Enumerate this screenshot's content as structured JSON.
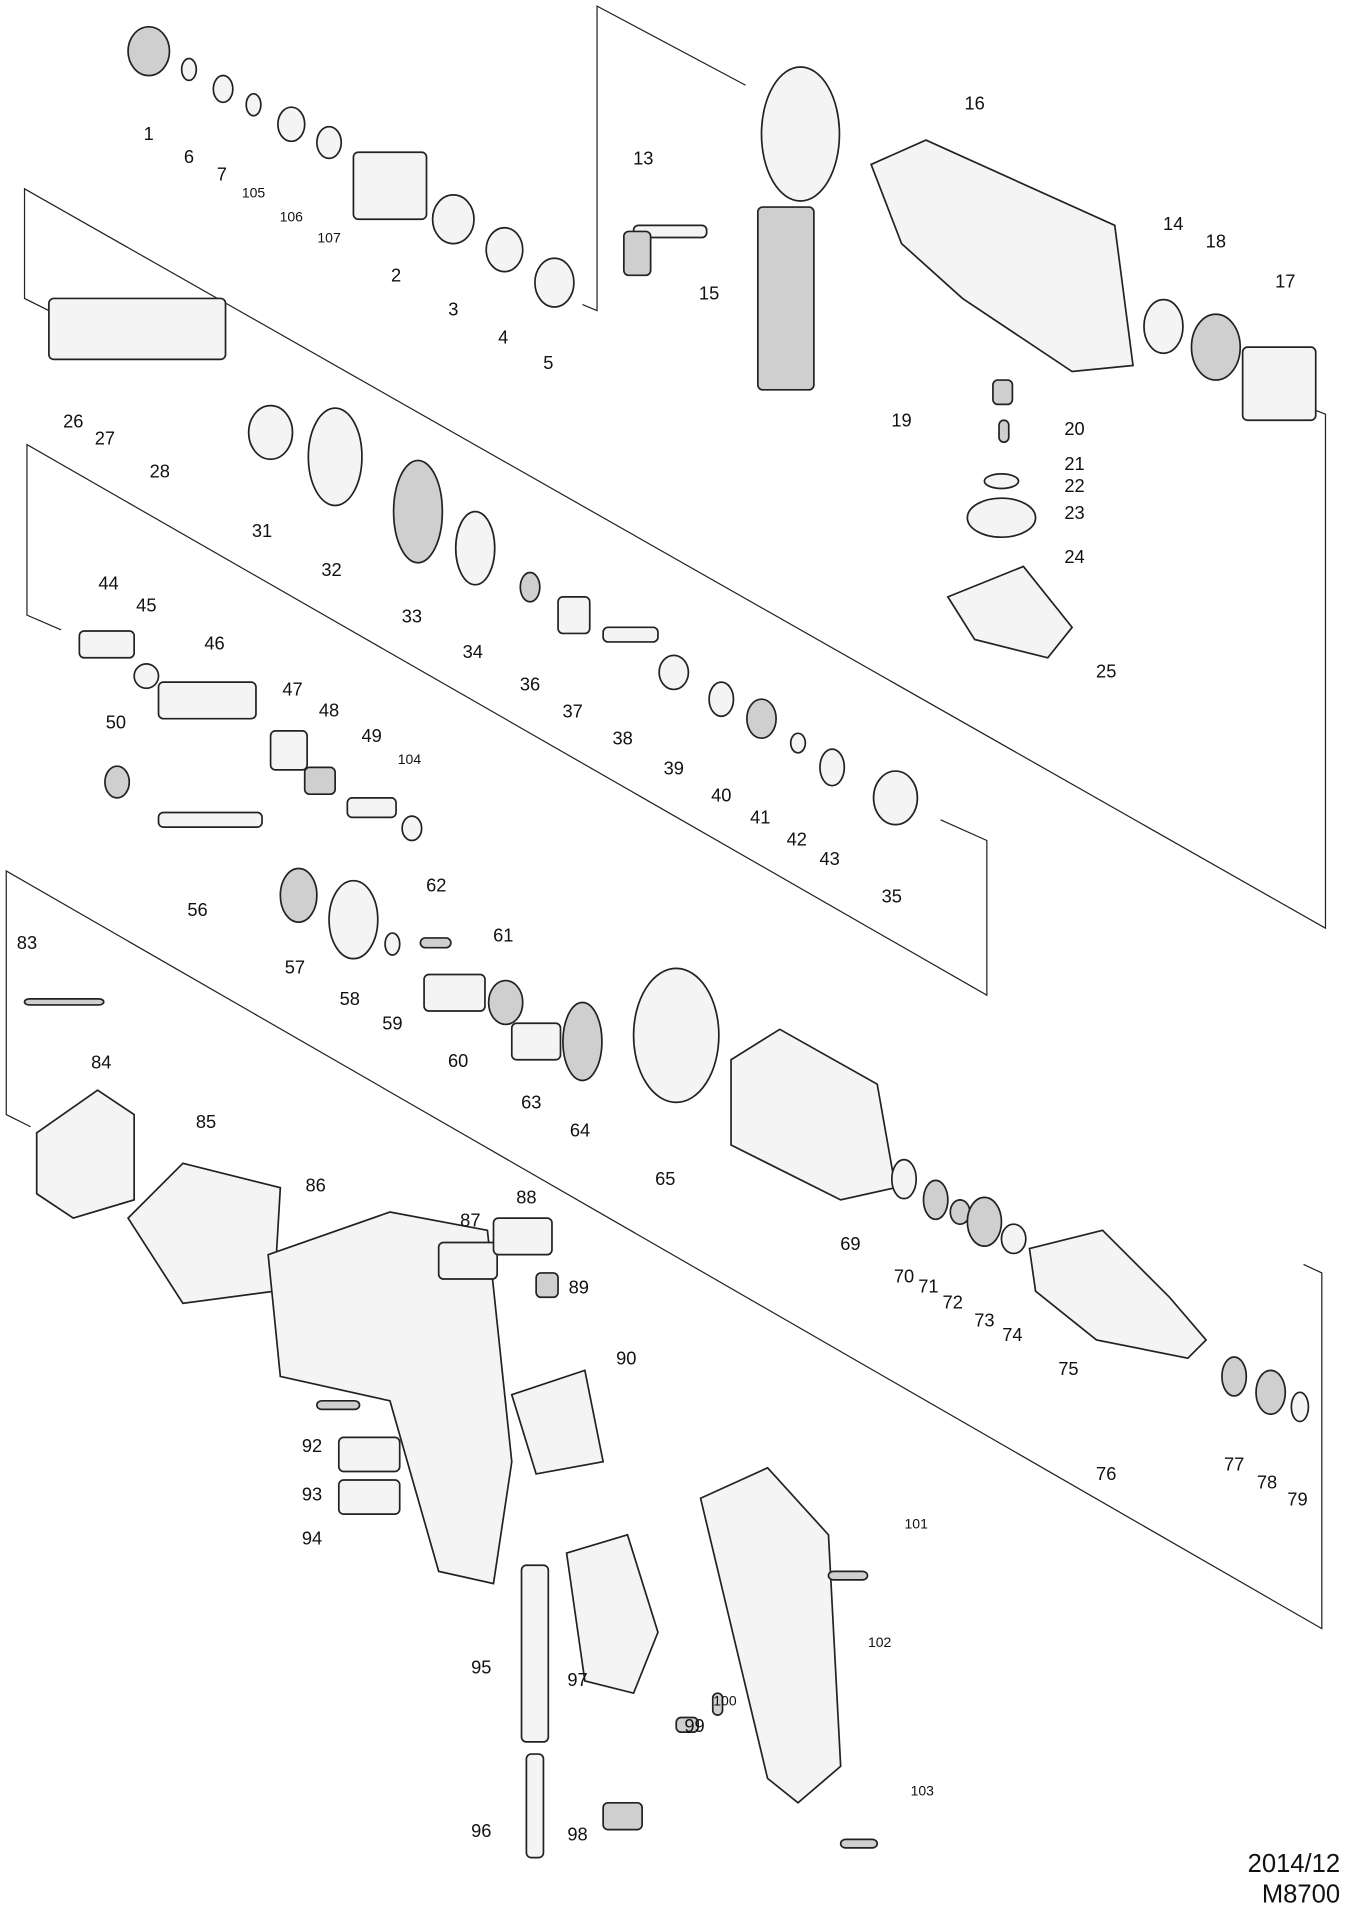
{
  "diagram": {
    "date": "2014/12",
    "model_code": "M8700",
    "part_numbers": [
      "1",
      "6",
      "7",
      "105",
      "106",
      "107",
      "2",
      "3",
      "4",
      "5",
      "13",
      "15",
      "16",
      "14",
      "18",
      "17",
      "20",
      "19",
      "21",
      "22",
      "23",
      "24",
      "25",
      "26",
      "27",
      "28",
      "31",
      "32",
      "33",
      "34",
      "36",
      "37",
      "38",
      "39",
      "40",
      "41",
      "42",
      "43",
      "35",
      "44",
      "45",
      "46",
      "47",
      "48",
      "49",
      "104",
      "50",
      "56",
      "57",
      "58",
      "59",
      "62",
      "61",
      "60",
      "63",
      "64",
      "65",
      "69",
      "70",
      "71",
      "72",
      "73",
      "74",
      "75",
      "76",
      "77",
      "78",
      "79",
      "83",
      "84",
      "85",
      "86",
      "87",
      "88",
      "89",
      "90",
      "92",
      "93",
      "94",
      "95",
      "96",
      "97",
      "98",
      "99",
      "100",
      "101",
      "102",
      "103"
    ]
  }
}
